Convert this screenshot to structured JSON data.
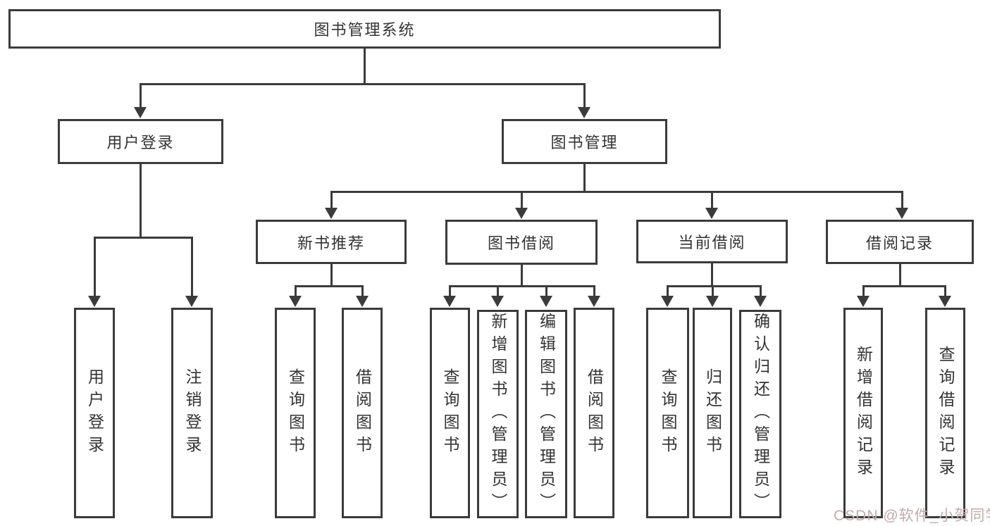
{
  "diagram": {
    "title": "图书管理系统",
    "level2": [
      {
        "label": "用户登录",
        "children": [
          {
            "label": "用户登录"
          },
          {
            "label": "注销登录"
          }
        ]
      },
      {
        "label": "图书管理",
        "groups": [
          {
            "label": "新书推荐",
            "children": [
              {
                "label": "查询图书"
              },
              {
                "label": "借阅图书"
              }
            ]
          },
          {
            "label": "图书借阅",
            "children": [
              {
                "label": "查询图书"
              },
              {
                "label": "新增图书（管理员）"
              },
              {
                "label": "编辑图书（管理员）"
              },
              {
                "label": "借阅图书"
              }
            ]
          },
          {
            "label": "当前借阅",
            "children": [
              {
                "label": "查询图书"
              },
              {
                "label": "归还图书"
              },
              {
                "label": "确认归还（管理员）"
              }
            ]
          },
          {
            "label": "借阅记录",
            "children": [
              {
                "label": "新增借阅记录"
              },
              {
                "label": "查询借阅记录"
              }
            ]
          }
        ]
      }
    ]
  },
  "watermark": {
    "text": "CSDN @软件_小贺同学"
  },
  "colors": {
    "line": "#3b3b3b",
    "text": "#333333",
    "background": "#ffffff",
    "watermark": "#c2abaa"
  }
}
